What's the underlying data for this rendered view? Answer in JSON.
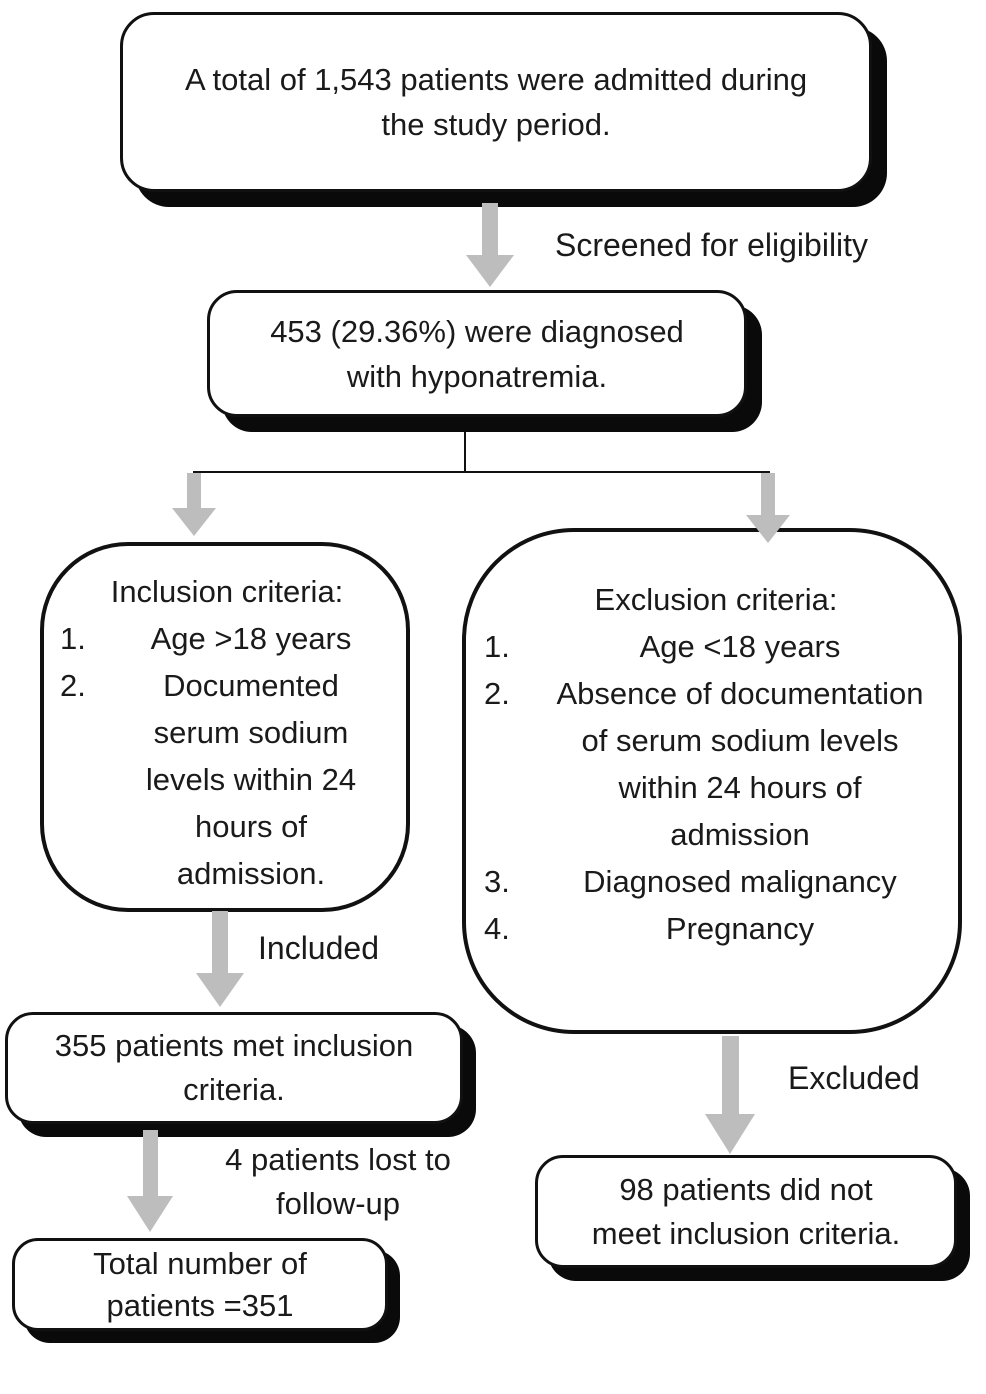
{
  "flowchart": {
    "boxes": {
      "admitted": {
        "lines": [
          "A total of 1,543 patients were admitted during",
          "the study period."
        ]
      },
      "diagnosed": {
        "lines": [
          "453 (29.36%) were diagnosed",
          "with hyponatremia."
        ]
      },
      "inclusion": {
        "heading": "Inclusion criteria:",
        "items": [
          {
            "num": "1.",
            "lines": [
              "Age >18 years"
            ]
          },
          {
            "num": "2.",
            "lines": [
              "Documented",
              "serum sodium",
              "levels within 24",
              "hours of",
              "admission."
            ]
          }
        ]
      },
      "exclusion": {
        "heading": "Exclusion criteria:",
        "items": [
          {
            "num": "1.",
            "lines": [
              "Age <18 years"
            ]
          },
          {
            "num": "2.",
            "lines": [
              "Absence of documentation",
              "of serum sodium levels",
              "within 24 hours of",
              "admission"
            ]
          },
          {
            "num": "3.",
            "lines": [
              "Diagnosed malignancy"
            ]
          },
          {
            "num": "4.",
            "lines": [
              "Pregnancy"
            ]
          }
        ]
      },
      "met_inclusion": {
        "lines": [
          "355 patients met inclusion",
          "criteria."
        ]
      },
      "total_patients": {
        "lines": [
          "Total number of",
          "patients =351"
        ]
      },
      "not_met": {
        "lines": [
          "98 patients did not",
          "meet inclusion criteria."
        ]
      }
    },
    "labels": {
      "screened": "Screened for eligibility",
      "included": "Included",
      "lost_followup_lines": [
        "4 patients lost to",
        "follow-up"
      ],
      "excluded": "Excluded"
    },
    "colors": {
      "arrow": "#bdbdbd",
      "line": "#111111",
      "border": "#111111",
      "shadow": "#0a0a0a",
      "text": "#1a1a1a",
      "background": "#ffffff"
    }
  }
}
